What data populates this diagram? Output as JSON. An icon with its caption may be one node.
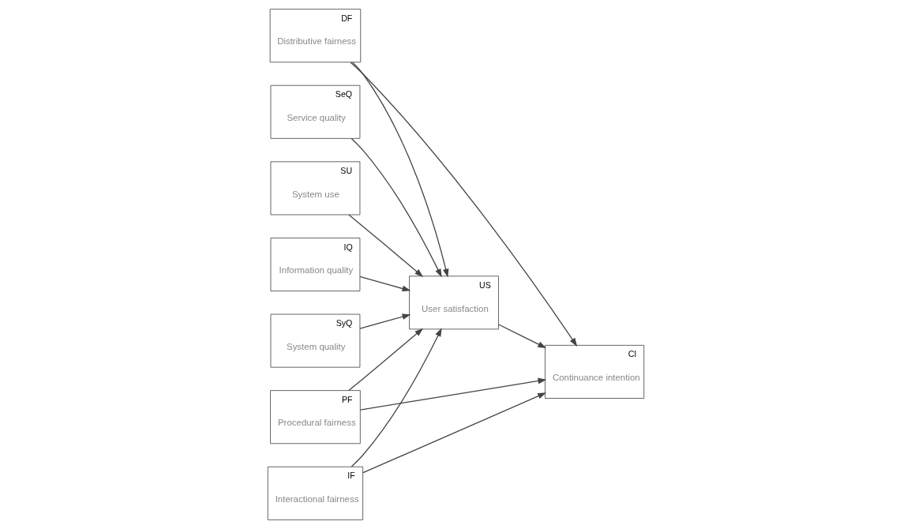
{
  "diagram": {
    "nodes": [
      {
        "text": [
          "SU",
          "System use"
        ]
      },
      {
        "text": [
          "IQ",
          "Information quality"
        ]
      },
      {
        "text": [
          "US",
          "User satisfaction"
        ]
      },
      {
        "text": [
          "CI",
          "Continuance intention"
        ]
      },
      {
        "text": [
          "SyQ",
          "System quality"
        ]
      },
      {
        "text": [
          "SeQ",
          "Service quality"
        ]
      },
      {
        "text": [
          "DF",
          "Distributive fairness"
        ]
      },
      {
        "text": [
          "PF",
          "Procedural fairness"
        ]
      },
      {
        "text": [
          "IF",
          "Interactional fairness"
        ]
      }
    ],
    "edges": [
      {
        "from": 1,
        "to": 2,
        "arrow": "to"
      },
      {
        "from": 0,
        "to": 2,
        "arrow": "to"
      },
      {
        "from": 4,
        "to": 2,
        "arrow": "to"
      },
      {
        "from": 5,
        "to": 2,
        "arrow": "to"
      },
      {
        "from": 2,
        "to": 3,
        "arrow": "to"
      },
      {
        "from": 6,
        "to": 2,
        "arrow": "to"
      },
      {
        "from": 6,
        "to": 3,
        "arrow": "to"
      },
      {
        "from": 7,
        "to": 2,
        "arrow": "to"
      },
      {
        "from": 7,
        "to": 3,
        "arrow": "to"
      },
      {
        "from": 8,
        "to": 2,
        "arrow": "to"
      },
      {
        "from": 8,
        "to": 3,
        "arrow": "to"
      }
    ]
  }
}
